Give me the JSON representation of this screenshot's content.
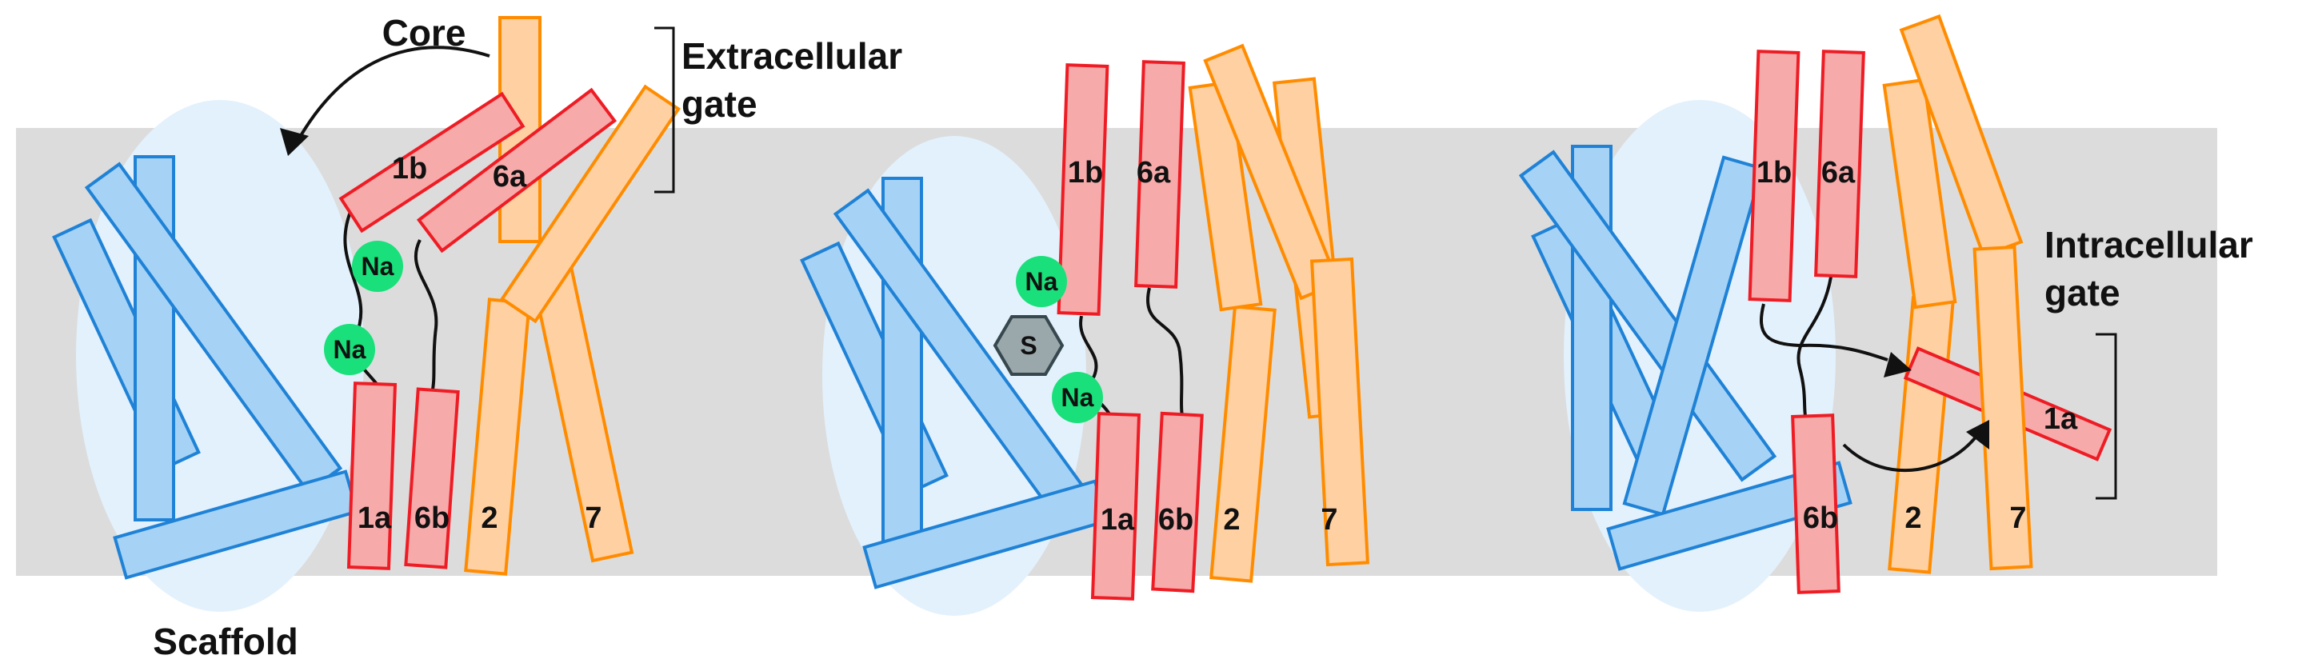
{
  "colors": {
    "membrane": "#dcdcdc",
    "scaffold_ellipse": "#e3f1fc",
    "blue_fill": "#a6d3f5",
    "blue_stroke": "#1f82d6",
    "red_fill": "#f7aaaa",
    "red_stroke": "#ee1c24",
    "orange_fill": "#ffd0a1",
    "orange_stroke": "#ff8c00",
    "sodium": "#19e07a",
    "substrate_fill": "#9aa8ac",
    "substrate_stroke": "#36474d",
    "line": "#111111"
  },
  "labels": {
    "core": "Core",
    "extracellular_gate_line1": "Extracellular",
    "extracellular_gate_line2": "gate",
    "scaffold": "Scaffold",
    "intracellular_gate_line1": "Intracellular",
    "intracellular_gate_line2": "gate",
    "sodium": "Na",
    "substrate": "S"
  },
  "helices": {
    "h1a": "1a",
    "h1b": "1b",
    "h6a": "6a",
    "h6b": "6b",
    "h2": "2",
    "h7": "7"
  },
  "panels": [
    {
      "state": "outward-open"
    },
    {
      "state": "occluded"
    },
    {
      "state": "inward-open"
    }
  ]
}
